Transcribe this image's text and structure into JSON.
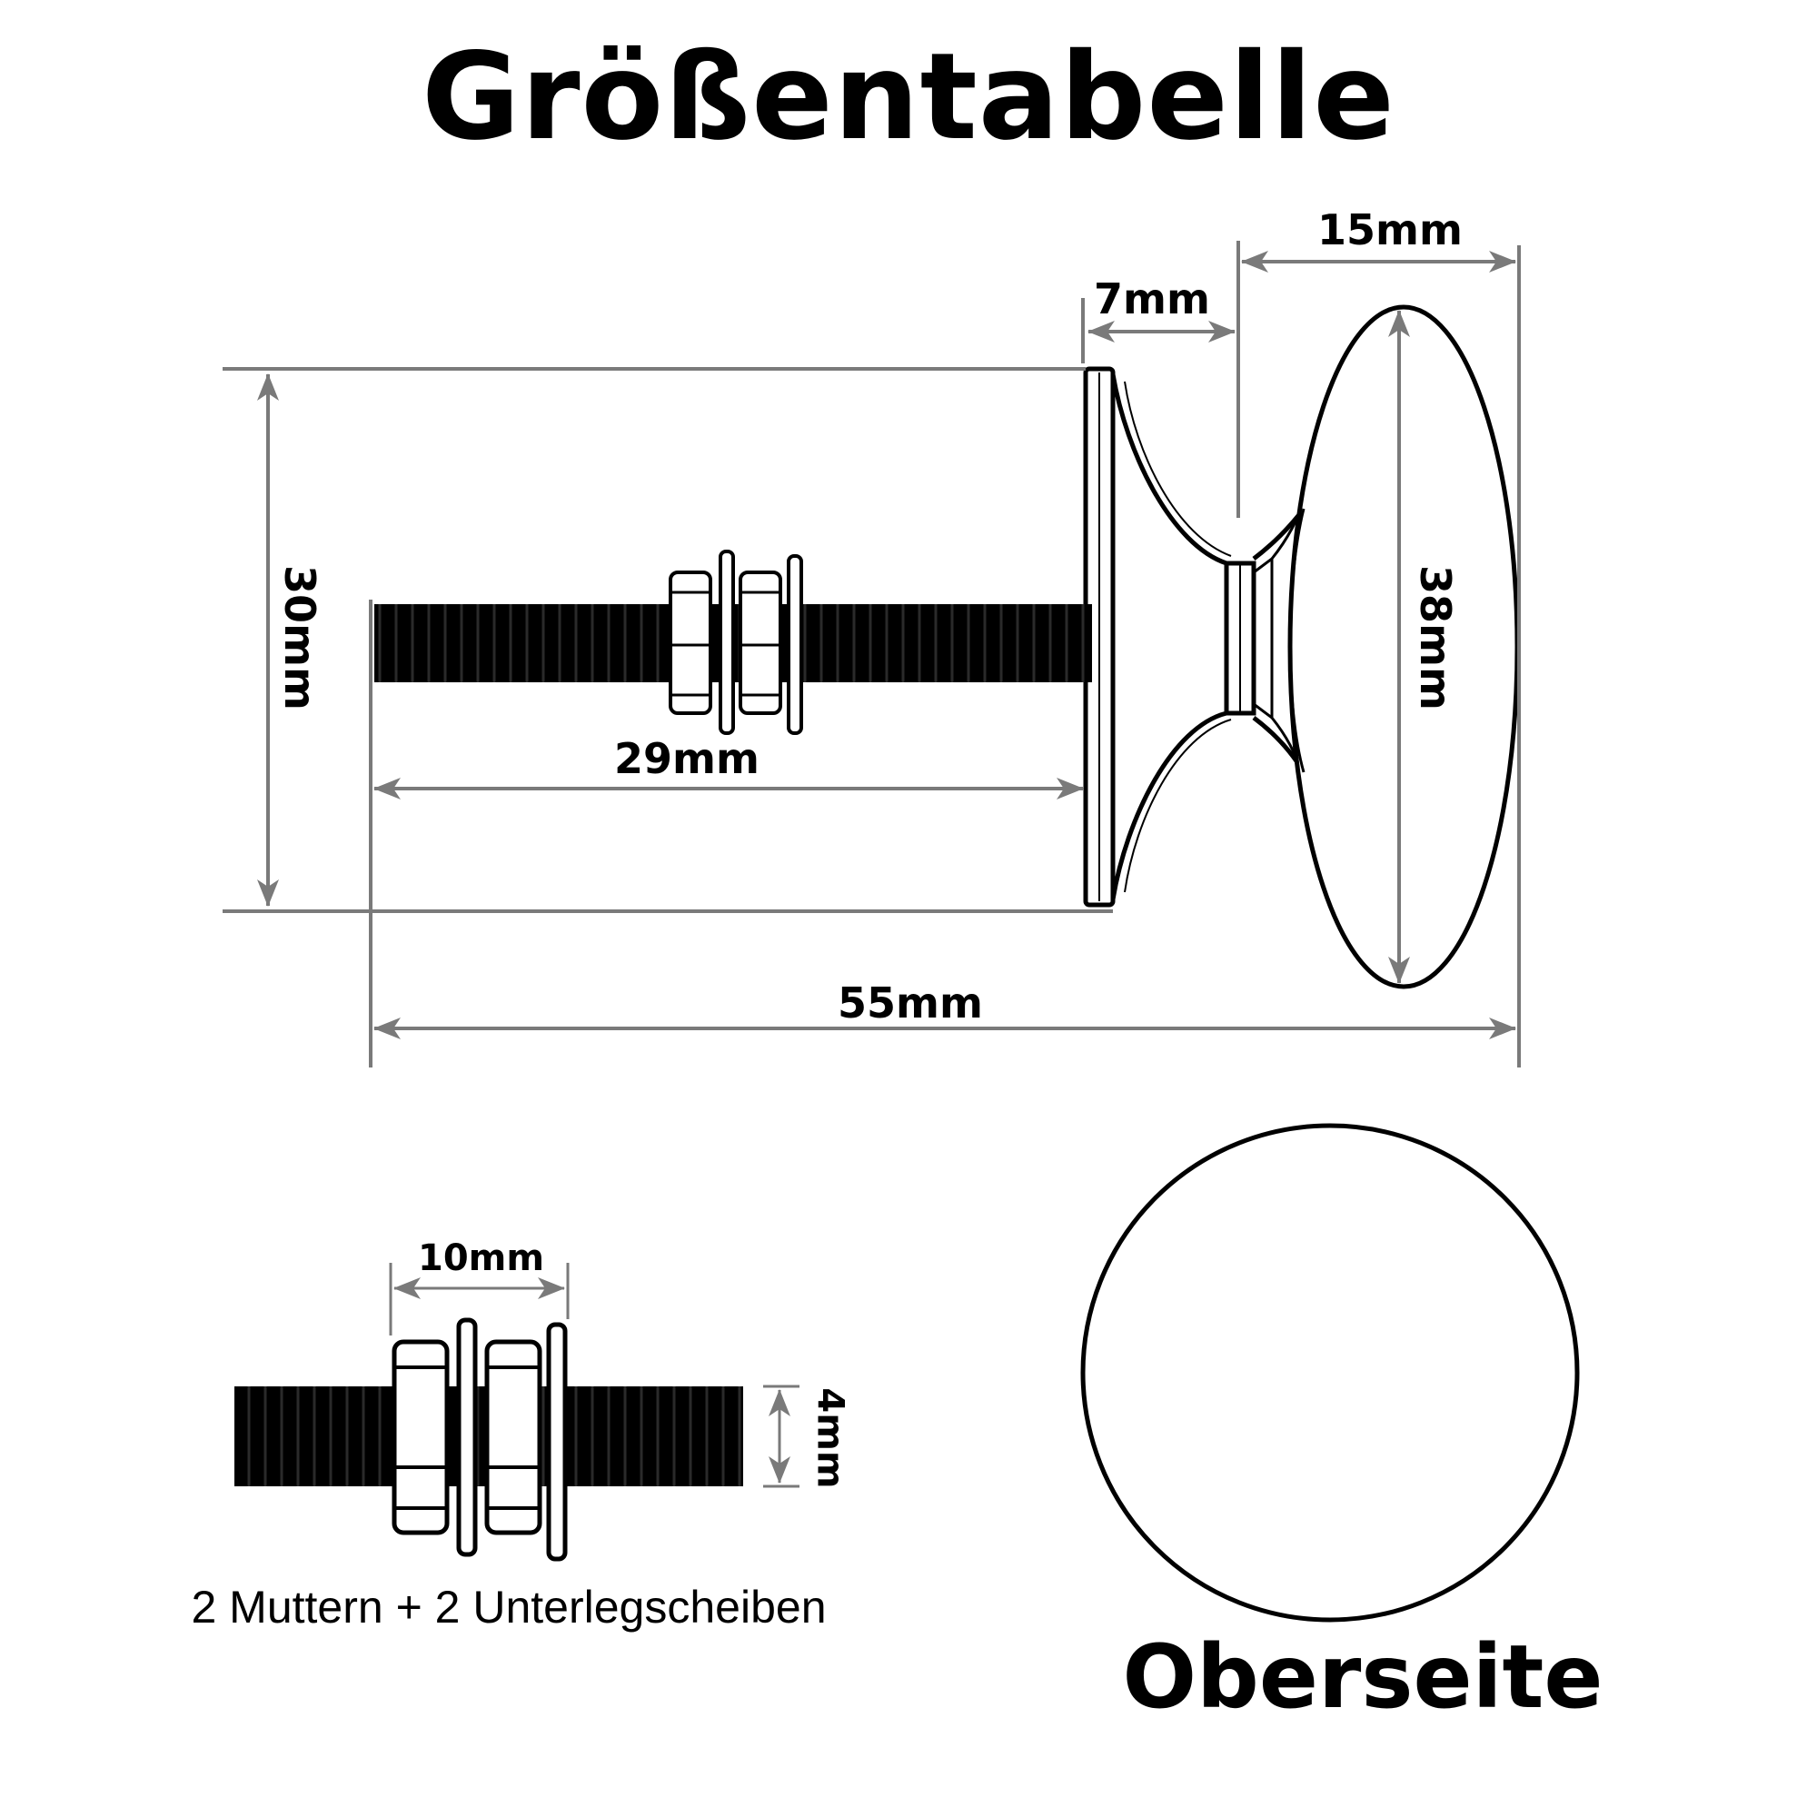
{
  "title": "Größentabelle",
  "dimensions": {
    "head_width": "15mm",
    "neck_width": "7mm",
    "base_height": "30mm",
    "head_height": "38mm",
    "screw_length": "29mm",
    "total_length": "55mm",
    "nut_width": "10mm",
    "screw_diameter": "4mm"
  },
  "caption": "2 Muttern + 2 Unterlegscheiben",
  "top_view_label": "Oberseite",
  "colors": {
    "line": "#000000",
    "dimension": "#7a7a7a",
    "background": "#ffffff"
  }
}
